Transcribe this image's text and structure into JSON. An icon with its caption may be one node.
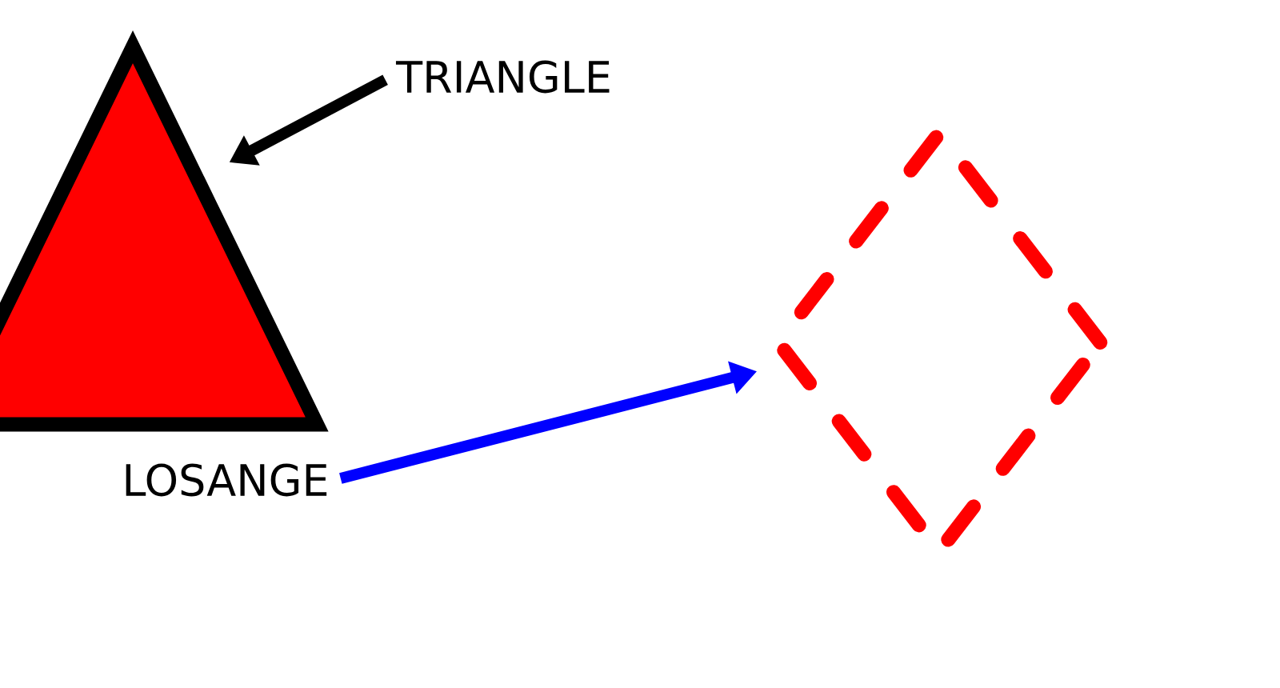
{
  "diagram": {
    "nodes": [
      {
        "text": [],
        "shape": "triangle"
      },
      {
        "text": [
          "TRIANGLE"
        ]
      },
      {
        "text": [
          "LOSANGE"
        ]
      },
      {
        "text": [],
        "shape": "diamond"
      }
    ],
    "edges": [
      {
        "from": 1,
        "to": 0,
        "arrow": "to",
        "color": "#000000"
      },
      {
        "from": 2,
        "to": 3,
        "arrow": "to",
        "color": "#0000ff"
      }
    ]
  }
}
